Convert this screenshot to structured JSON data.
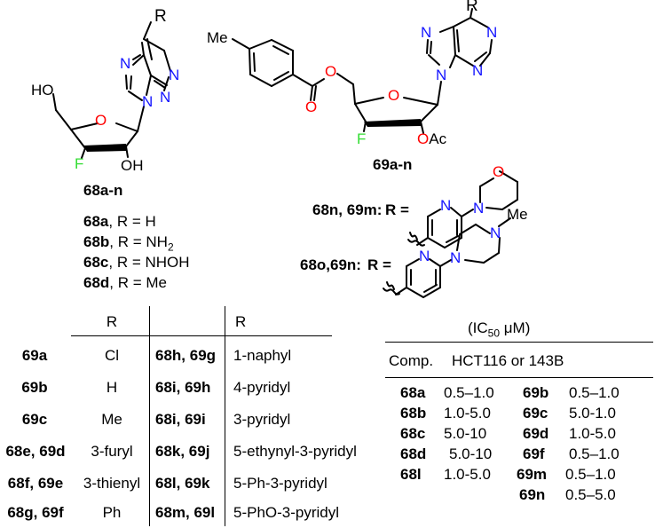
{
  "structures": {
    "s68": {
      "R": "R",
      "N1": "N",
      "N2": "N",
      "N3": "N",
      "N4": "N",
      "O_ring": "O",
      "OH_primary": "HO",
      "F": "F",
      "OH2": "OH",
      "label": "68a-n",
      "substituents": [
        {
          "id": "68a",
          "text": ", R = H"
        },
        {
          "id": "68b",
          "text": ", R = NH",
          "sub": "2"
        },
        {
          "id": "68c",
          "text": ", R = NHOH"
        },
        {
          "id": "68d",
          "text": ", R = Me"
        }
      ]
    },
    "s69": {
      "R": "R",
      "Me": "Me",
      "N1": "N",
      "N2": "N",
      "N3": "N",
      "N4": "N",
      "O_ester": "O",
      "O_carbonyl": "O",
      "O_ring": "O",
      "F": "F",
      "OAc": "OAc",
      "label": "69a-n"
    },
    "morpholino": {
      "label": "68n, 69m:",
      "R_eq": "R =",
      "N_py": "N",
      "N_ring": "N",
      "O": "O"
    },
    "piperazino": {
      "label": "68o,69n:",
      "R_eq": "R =",
      "N_py": "N",
      "N_ring": "N",
      "N_me": "N",
      "Me": "Me"
    }
  },
  "table1": {
    "headers": [
      "R",
      "R"
    ],
    "rows": [
      {
        "c1": "69a",
        "r1": "Cl",
        "c2": "68h, 69g",
        "r2": "1-naphyl"
      },
      {
        "c1": "69b",
        "r1": "H",
        "c2": "68i, 69h",
        "r2": "4-pyridyl"
      },
      {
        "c1": "69c",
        "r1": "Me",
        "c2": "68i, 69i",
        "r2": "3-pyridyl"
      },
      {
        "c1": "68e, 69d",
        "r1": "3-furyl",
        "c2": "68k, 69j",
        "r2": "5-ethynyl-3-pyridyl"
      },
      {
        "c1": "68f, 69e",
        "r1": "3-thienyl",
        "c2": "68l, 69k",
        "r2": "5-Ph-3-pyridyl"
      },
      {
        "c1": "68g, 69f",
        "r1": "Ph",
        "c2": "68m, 69l",
        "r2": "5-PhO-3-pyridyl"
      }
    ]
  },
  "table2": {
    "title_pre": "(IC",
    "title_sub": "50",
    "title_post": " μM)",
    "col_comp": "Comp.",
    "col_cells": "HCT116 or 143B",
    "left": [
      {
        "id": "68a",
        "v": "0.5–1.0"
      },
      {
        "id": "68b",
        "v": "1.0-5.0"
      },
      {
        "id": "68c",
        "v": "5.0-10"
      },
      {
        "id": "68d",
        "v": "5.0-10"
      },
      {
        "id": "68l",
        "v": "1.0-5.0"
      }
    ],
    "right": [
      {
        "id": "69b",
        "v": "0.5–1.0"
      },
      {
        "id": "69c",
        "v": "5.0-1.0"
      },
      {
        "id": "69d",
        "v": "1.0-5.0"
      },
      {
        "id": "69f",
        "v": "0.5–1.0"
      },
      {
        "id": "69m",
        "v": "0.5–1.0"
      },
      {
        "id": "69n",
        "v": "0.5–5.0"
      }
    ]
  },
  "colors": {
    "nitrogen": "#1515ff",
    "oxygen": "#ff0000",
    "fluorine": "#33dd33",
    "bond": "#000000"
  }
}
